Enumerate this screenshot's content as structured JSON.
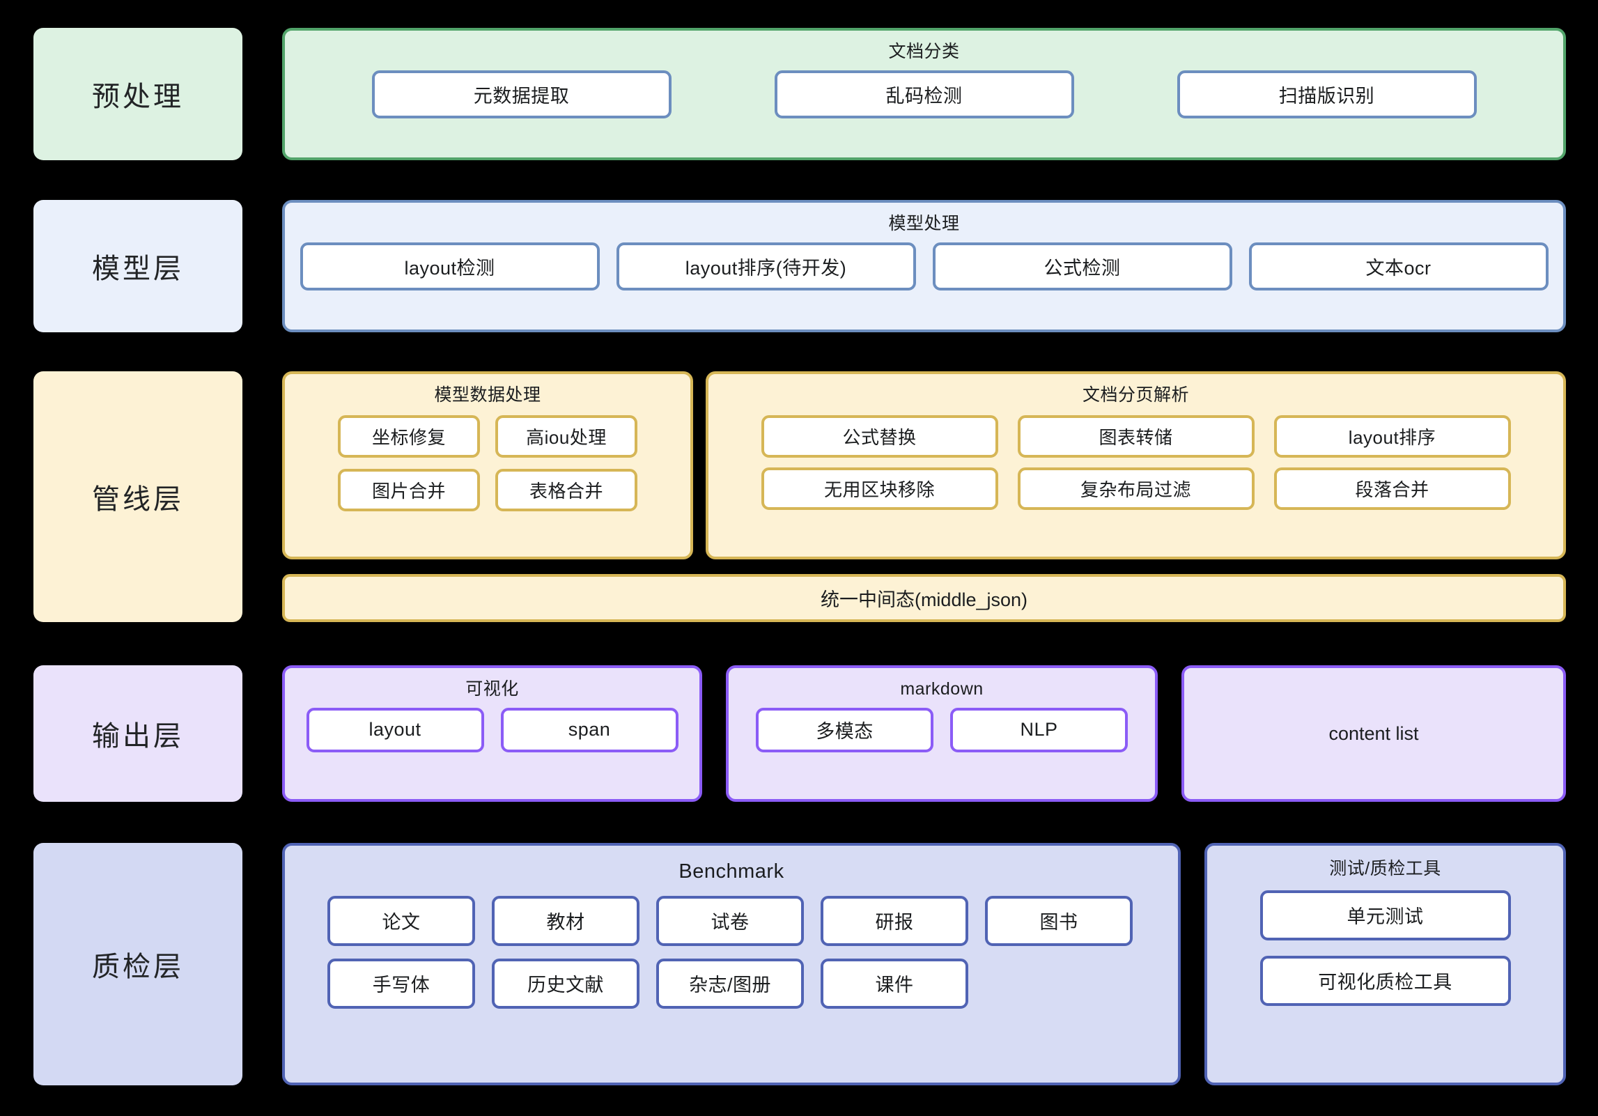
{
  "diagram": {
    "title": "document parsing pipeline architecture",
    "colors": {
      "green_bg": "#ddf2e2",
      "green_border": "#52a46a",
      "blue_bg": "#eaf0fb",
      "blue_border": "#6c8ebf",
      "yellow_bg": "#fdf2d5",
      "yellow_border": "#d6b656",
      "purple_bg": "#eae2fb",
      "purple_border": "#8b5cf6",
      "indigo_bg": "#d7dcf4",
      "indigo_border": "#5063b4",
      "canvas_bg": "#000000",
      "node_bg": "#ffffff"
    }
  },
  "layers": {
    "preprocess": {
      "label": "预处理",
      "group": {
        "title": "文档分类",
        "nodes": [
          {
            "label": "元数据提取"
          },
          {
            "label": "乱码检测"
          },
          {
            "label": "扫描版识别"
          }
        ]
      }
    },
    "model": {
      "label": "模型层",
      "group": {
        "title": "模型处理",
        "nodes": [
          {
            "label": "layout检测"
          },
          {
            "label": "layout排序(待开发)"
          },
          {
            "label": "公式检测"
          },
          {
            "label": "文本ocr"
          }
        ]
      }
    },
    "pipeline": {
      "label": "管线层",
      "groups": [
        {
          "title": "模型数据处理",
          "nodes": [
            {
              "label": "坐标修复"
            },
            {
              "label": "高iou处理"
            },
            {
              "label": "图片合并"
            },
            {
              "label": "表格合并"
            }
          ]
        },
        {
          "title": "文档分页解析",
          "nodes": [
            {
              "label": "公式替换"
            },
            {
              "label": "图表转储"
            },
            {
              "label": "layout排序"
            },
            {
              "label": "无用区块移除"
            },
            {
              "label": "复杂布局过滤"
            },
            {
              "label": "段落合并"
            }
          ]
        }
      ],
      "unified_bar": {
        "label": "统一中间态(middle_json)"
      }
    },
    "output": {
      "label": "输出层",
      "groups": [
        {
          "title": "可视化",
          "nodes": [
            {
              "label": "layout"
            },
            {
              "label": "span"
            }
          ]
        },
        {
          "title": "markdown",
          "nodes": [
            {
              "label": "多模态"
            },
            {
              "label": "NLP"
            }
          ]
        },
        {
          "title": "content list",
          "nodes": []
        }
      ]
    },
    "quality": {
      "label": "质检层",
      "groups": [
        {
          "title": "Benchmark",
          "rows": [
            [
              {
                "label": "论文"
              },
              {
                "label": "教材"
              },
              {
                "label": "试卷"
              },
              {
                "label": "研报"
              },
              {
                "label": "图书"
              }
            ],
            [
              {
                "label": "手写体"
              },
              {
                "label": "历史文献"
              },
              {
                "label": "杂志/图册"
              },
              {
                "label": "课件"
              }
            ]
          ]
        },
        {
          "title": "测试/质检工具",
          "nodes": [
            {
              "label": "单元测试"
            },
            {
              "label": "可视化质检工具"
            }
          ]
        }
      ]
    }
  }
}
